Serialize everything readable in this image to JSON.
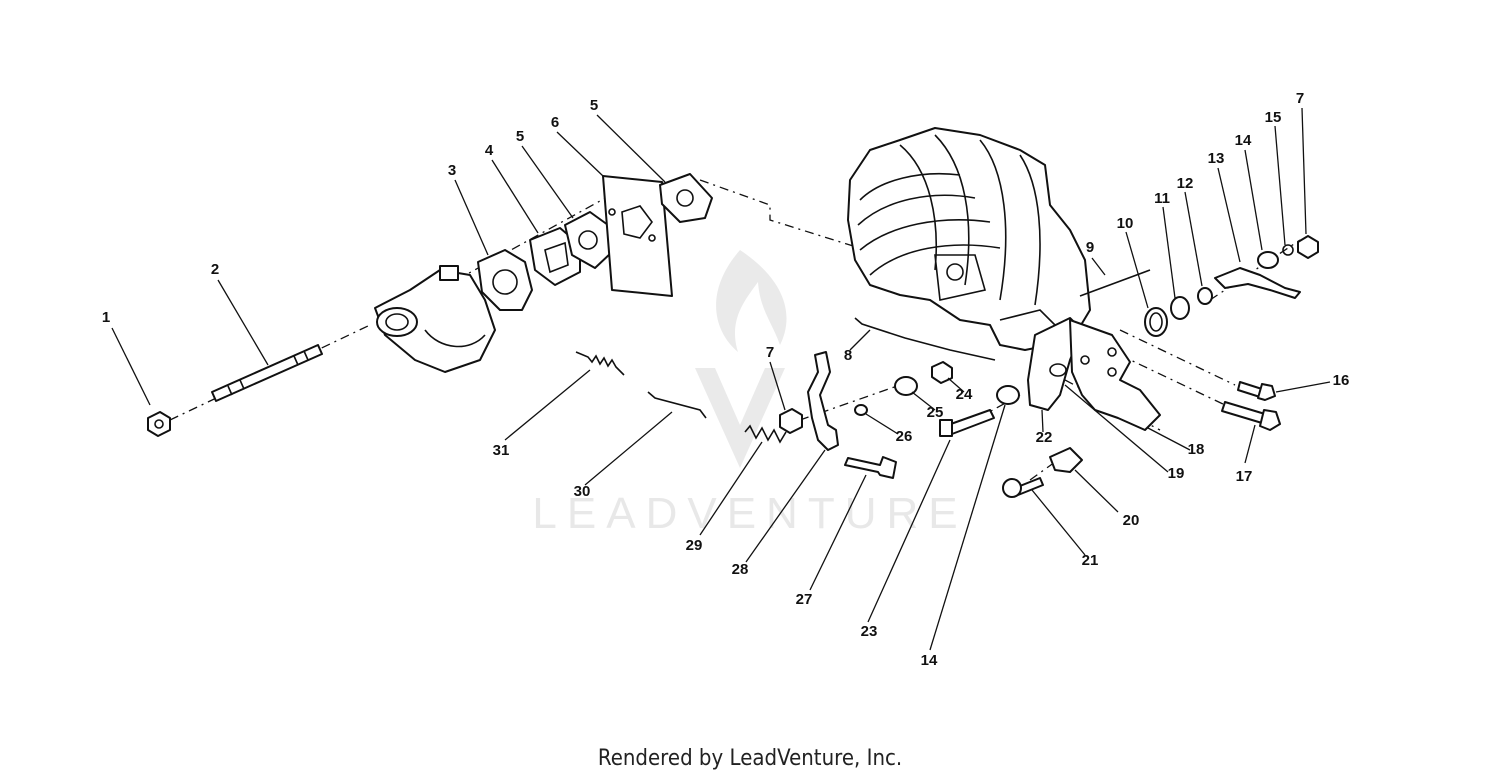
{
  "watermark": {
    "text": "LEADVENTURE"
  },
  "footer": {
    "text": "Rendered by LeadVenture, Inc."
  },
  "callouts": [
    {
      "label": "1"
    },
    {
      "label": "2"
    },
    {
      "label": "3"
    },
    {
      "label": "4"
    },
    {
      "label": "5"
    },
    {
      "label": "6"
    },
    {
      "label": "5"
    },
    {
      "label": "7"
    },
    {
      "label": "8"
    },
    {
      "label": "9"
    },
    {
      "label": "10"
    },
    {
      "label": "11"
    },
    {
      "label": "12"
    },
    {
      "label": "13"
    },
    {
      "label": "14"
    },
    {
      "label": "15"
    },
    {
      "label": "7"
    },
    {
      "label": "16"
    },
    {
      "label": "17"
    },
    {
      "label": "18"
    },
    {
      "label": "19"
    },
    {
      "label": "20"
    },
    {
      "label": "21"
    },
    {
      "label": "22"
    },
    {
      "label": "23"
    },
    {
      "label": "14"
    },
    {
      "label": "24"
    },
    {
      "label": "25"
    },
    {
      "label": "26"
    },
    {
      "label": "27"
    },
    {
      "label": "28"
    },
    {
      "label": "29"
    },
    {
      "label": "30"
    },
    {
      "label": "31"
    }
  ]
}
